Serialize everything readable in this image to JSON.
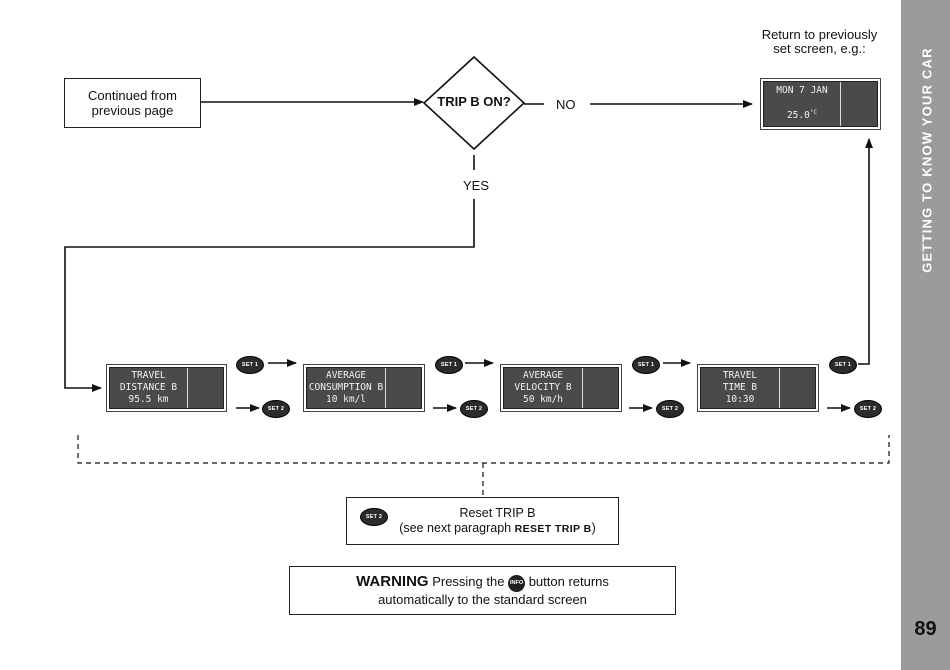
{
  "sidebar": {
    "section_title": "GETTING TO KNOW YOUR CAR",
    "page_number": "89"
  },
  "flow": {
    "start_box": {
      "line1": "Continued from",
      "line2": "previous page"
    },
    "decision": "TRIP B ON?",
    "no_label": "NO",
    "yes_label": "YES",
    "return_note": {
      "line1": "Return to previously",
      "line2": "set screen, e.g.:"
    },
    "return_display": {
      "line1": "MON 7 JAN",
      "line2": "25.0",
      "unit": "°C"
    }
  },
  "displays": [
    {
      "lines": [
        "TRAVEL",
        "DISTANCE B",
        "95.5 km"
      ]
    },
    {
      "lines": [
        "AVERAGE",
        "CONSUMPTION B",
        "10 km/l"
      ]
    },
    {
      "lines": [
        "AVERAGE",
        "VELOCITY B",
        "50 km/h"
      ]
    },
    {
      "lines": [
        "TRAVEL",
        "TIME B",
        "10:30"
      ]
    }
  ],
  "buttons": {
    "set1": "SET 1",
    "set2": "SET 2",
    "info": "INFO"
  },
  "reset_box": {
    "line1": "Reset TRIP B",
    "line2_prefix": "(see next paragraph ",
    "line2_bold": "RESET TRIP B",
    "line2_suffix": ")"
  },
  "warning_box": {
    "heading": "WARNING",
    "text_before": " Pressing the ",
    "text_after": " button returns",
    "line2": "automatically to the standard screen"
  }
}
